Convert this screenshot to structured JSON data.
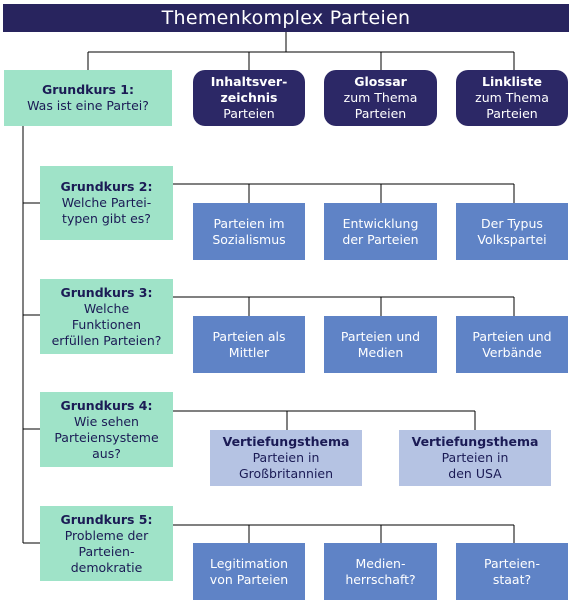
{
  "header": {
    "title": "Themenkomplex Parteien"
  },
  "nav_boxes": [
    {
      "title": "Inhaltsver-\nzeichnis",
      "sub": "Parteien"
    },
    {
      "title": "Glossar",
      "sub": "zum Thema\nParteien"
    },
    {
      "title": "Linkliste",
      "sub": "zum Thema\nParteien"
    }
  ],
  "courses": [
    {
      "title": "Grundkurs 1:",
      "text": "Was ist eine Partei?",
      "topics": []
    },
    {
      "title": "Grundkurs 2:",
      "text": "Welche Partei-\ntypen gibt es?",
      "topics": [
        {
          "text": "Parteien im\nSozialismus"
        },
        {
          "text": "Entwicklung\nder Parteien"
        },
        {
          "text": "Der Typus\nVolkspartei"
        }
      ]
    },
    {
      "title": "Grundkurs 3:",
      "text": "Welche\nFunktionen\nerfüllen Parteien?",
      "topics": [
        {
          "text": "Parteien als\nMittler"
        },
        {
          "text": "Parteien und\nMedien"
        },
        {
          "text": "Parteien und\nVerbände"
        }
      ]
    },
    {
      "title": "Grundkurs 4:",
      "text": "Wie sehen\nParteiensysteme\naus?",
      "topics": [
        {
          "title": "Vertiefungsthema",
          "text": "Parteien in\nGroßbritannien"
        },
        {
          "title": "Vertiefungsthema",
          "text": "Parteien in\nden USA"
        }
      ]
    },
    {
      "title": "Grundkurs 5:",
      "text": "Probleme der\nParteien-\ndemokratie",
      "topics": [
        {
          "text": "Legitimation\nvon Parteien"
        },
        {
          "text": "Medien-\nherrschaft?"
        },
        {
          "text": "Parteien-\nstaat?"
        }
      ]
    }
  ],
  "colors": {
    "header_bg": "#28245e",
    "course_bg": "#9fe3c8",
    "nav_bg": "#2c2866",
    "topic_bg": "#5f83c6",
    "vertiefung_bg": "#b5c3e3",
    "text_dark": "#1b1b55",
    "line": "#000000"
  }
}
